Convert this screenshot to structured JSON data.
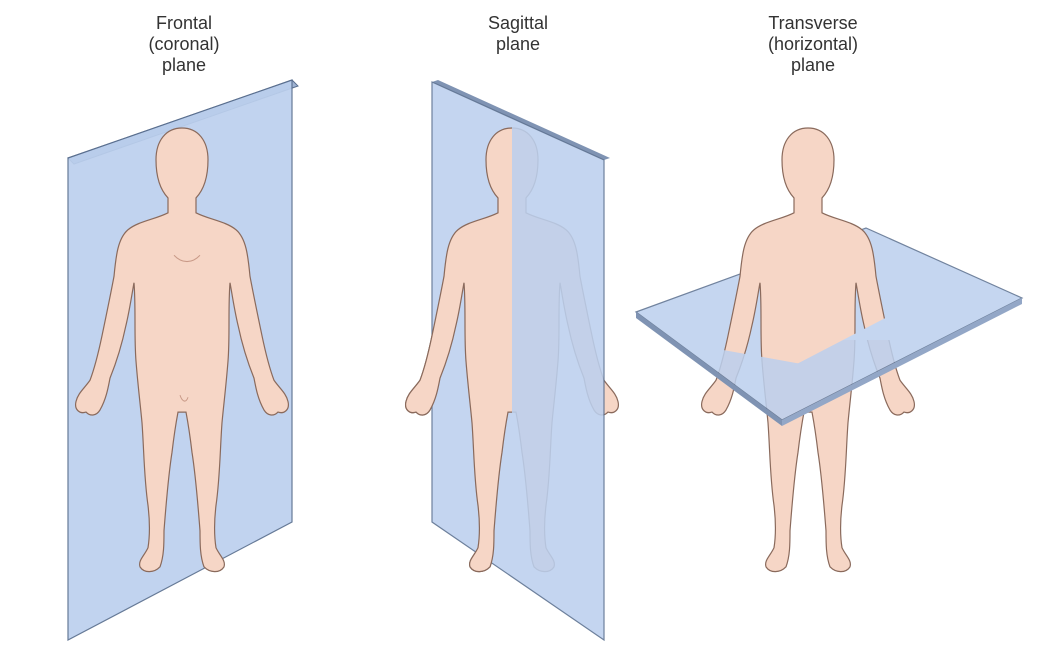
{
  "planes": [
    {
      "id": "frontal",
      "label_lines": [
        "Frontal",
        "(coronal)",
        "plane"
      ],
      "orientation": "frontal"
    },
    {
      "id": "sagittal",
      "label_lines": [
        "Sagittal",
        "plane"
      ],
      "orientation": "sagittal"
    },
    {
      "id": "transverse",
      "label_lines": [
        "Transverse",
        "(horizontal)",
        "plane"
      ],
      "orientation": "transverse"
    }
  ],
  "colors": {
    "plane_fill": "#bcd0ee",
    "plane_edge": "#5a6f8f",
    "plane_side": "#7f93b3",
    "skin": "#f6d6c6",
    "skin_shade": "#ecbfae",
    "skin_outline": "#8a6a5c",
    "ghost": "#cfdbee",
    "label_text": "#333333"
  }
}
